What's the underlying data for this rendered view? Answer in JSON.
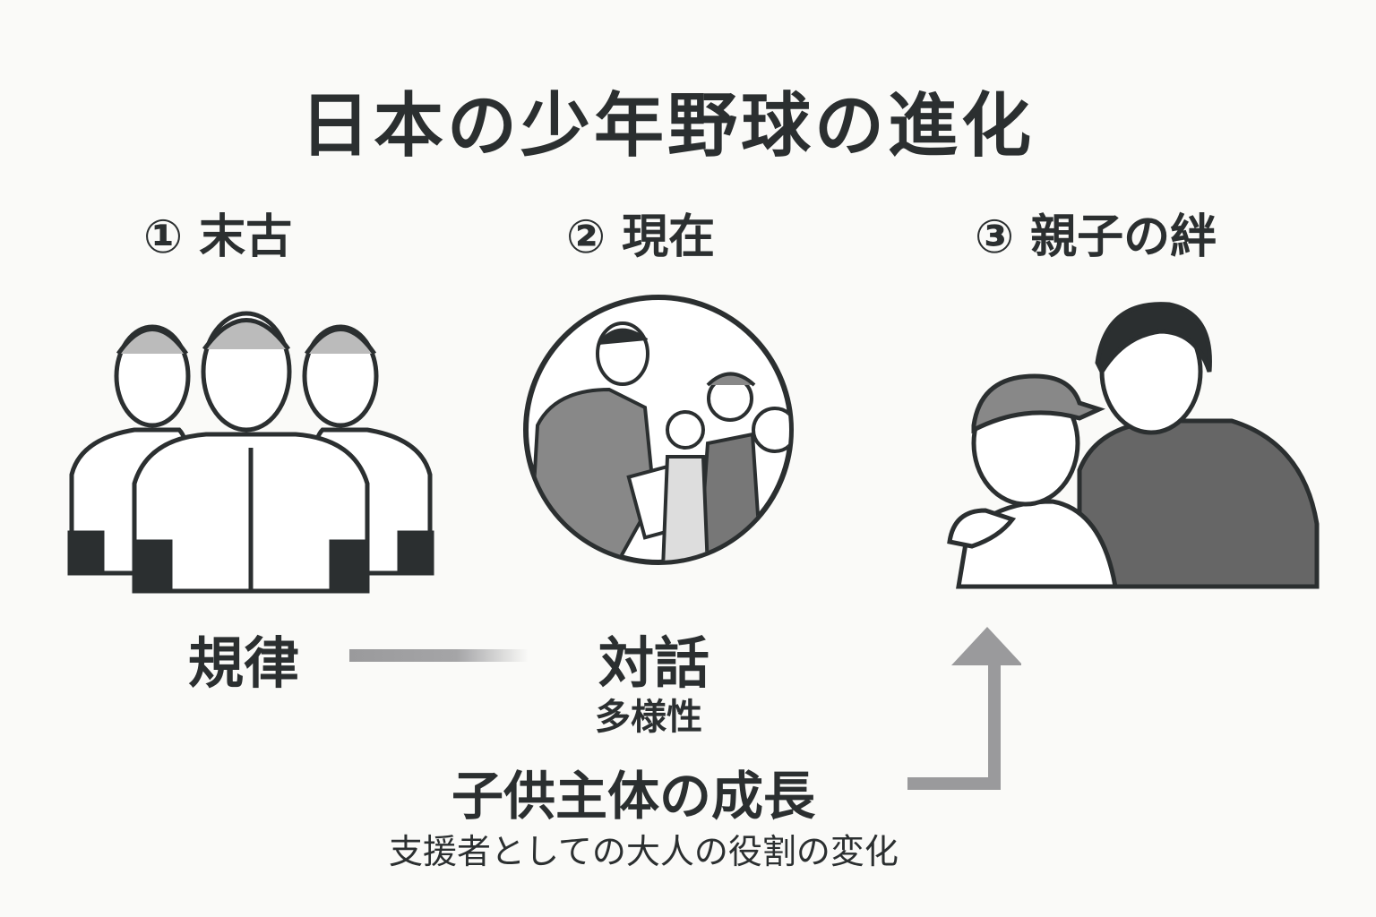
{
  "title": "日本の少年野球の進化",
  "stages": [
    {
      "label": "① 末古",
      "keyword": "規律"
    },
    {
      "label": "② 現在",
      "keyword": "対話",
      "sub_keyword": "多様性"
    },
    {
      "label": "③ 親子の絆"
    }
  ],
  "bottom": {
    "headline": "子供主体の成長",
    "subtitle": "支援者としての大人の役割の変化"
  },
  "colors": {
    "text": "#2b2f30",
    "connector": "#9a9a9c",
    "background": "#fafaf8"
  }
}
